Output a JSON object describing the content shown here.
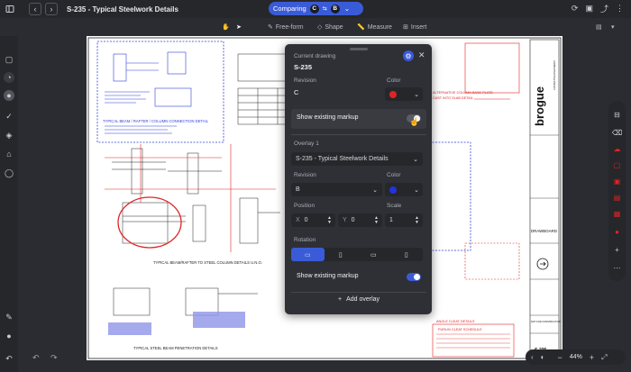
{
  "topbar": {
    "title": "S-235 - Typical Steelwork Details",
    "compare_label": "Comparing",
    "compare_current": "C",
    "compare_overlay": "B"
  },
  "toolbar": {
    "freeform": "Free-form",
    "shape": "Shape",
    "measure": "Measure",
    "insert": "Insert"
  },
  "panel": {
    "current_heading": "Current drawing",
    "current_name": "S-235",
    "revision_label": "Revision",
    "revision_value": "C",
    "color_label": "Color",
    "current_color": "#e02424",
    "show_markup_label": "Show existing markup",
    "overlay_heading": "Overlay 1",
    "overlay_drawing": "S-235 - Typical Steelwork Details",
    "overlay_revision_label": "Revision",
    "overlay_revision": "B",
    "overlay_color_label": "Color",
    "overlay_color": "#2233dd",
    "position_label": "Position",
    "pos_x_label": "X",
    "pos_x": "0",
    "pos_y_label": "Y",
    "pos_y": "0",
    "scale_label": "Scale",
    "scale_value": "1",
    "rotation_label": "Rotation",
    "overlay_show_markup_label": "Show existing markup",
    "add_overlay_label": "Add overlay"
  },
  "sheet": {
    "brand": "brogue",
    "brand_sub": "CONSULTING ENGINEERS",
    "drawboard": "DRAWBOARD",
    "title_blue_1": "TYPICAL BEAM / RAFTER / COLUMN CONNECTION DETAIL",
    "title_black_2": "TYPICAL BEAM/RAFTER TO STEEL COLUMN DETAILS U.N.O.",
    "title_black_3": "TYPICAL STEEL BEAM PENETRATION DETAILS",
    "red_note_1": "ALTERNATIVE COLUMN BASE PLATE",
    "red_note_2": "CAST INTO SLAB DETAIL",
    "angle_cleat": "ANGLE CLEAT DETAILS",
    "purlin_cleat": "PURLIN CLEAT SCHEDULE",
    "not_for_construction": "NOT FOR CONSTRUCTION",
    "sheet_no": "S-235"
  },
  "zoom": {
    "value": "44%"
  }
}
